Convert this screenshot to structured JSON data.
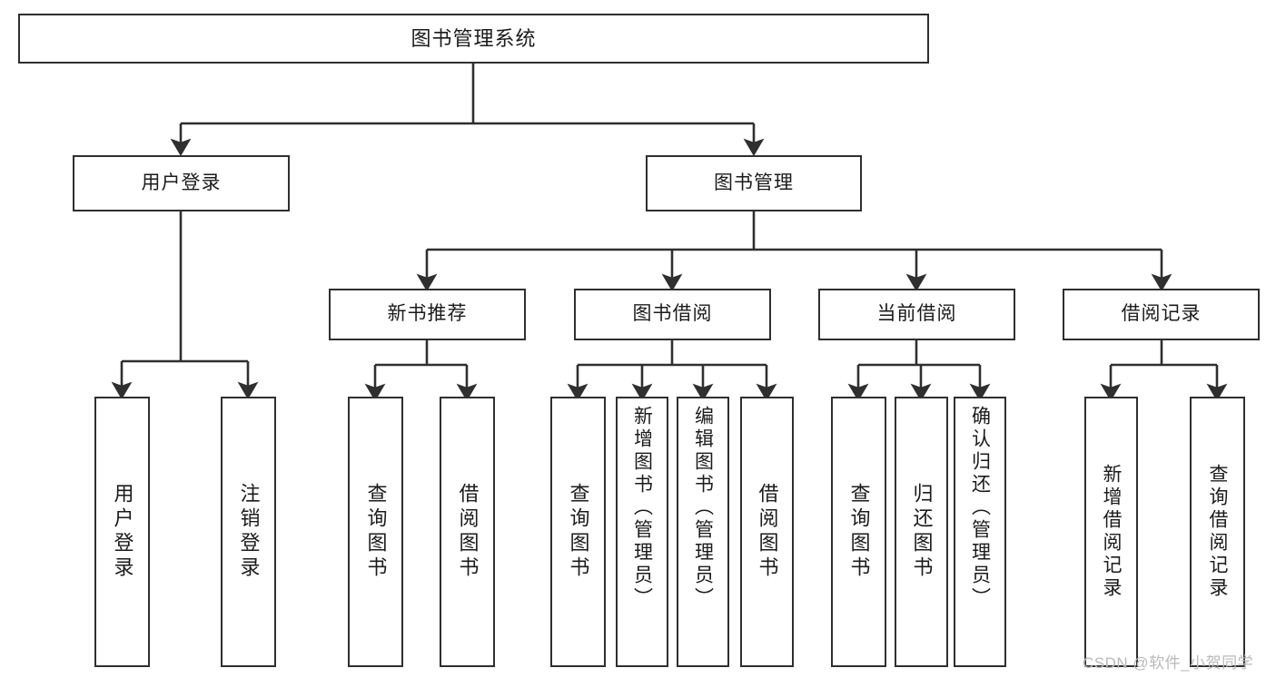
{
  "diagram": {
    "title": "图书管理系统",
    "type": "功能结构图",
    "root": {
      "label": "图书管理系统"
    },
    "level2": [
      {
        "label": "用户登录"
      },
      {
        "label": "图书管理"
      }
    ],
    "level3": [
      {
        "label": "新书推荐"
      },
      {
        "label": "图书借阅"
      },
      {
        "label": "当前借阅"
      },
      {
        "label": "借阅记录"
      }
    ],
    "leaves": {
      "user_login": [
        {
          "label": "用户登录"
        },
        {
          "label": "注销登录"
        }
      ],
      "new_book": [
        {
          "label": "查询图书"
        },
        {
          "label": "借阅图书"
        }
      ],
      "book_borrow": [
        {
          "label": "查询图书"
        },
        {
          "label": "新增图书（管理员）"
        },
        {
          "label": "编辑图书（管理员）"
        },
        {
          "label": "借阅图书"
        }
      ],
      "current_borrow": [
        {
          "label": "查询图书"
        },
        {
          "label": "归还图书"
        },
        {
          "label": "确认归还（管理员）"
        }
      ],
      "borrow_record": [
        {
          "label": "新增借阅记录"
        },
        {
          "label": "查询借阅记录"
        }
      ]
    }
  },
  "watermark": {
    "text": "CSDN @软件_小贺同学"
  },
  "colors": {
    "border": "#2f2f2f",
    "line": "#2f2f2f",
    "background": "#ffffff",
    "text": "#1b1b1b",
    "watermark": "#b9b9b9"
  }
}
